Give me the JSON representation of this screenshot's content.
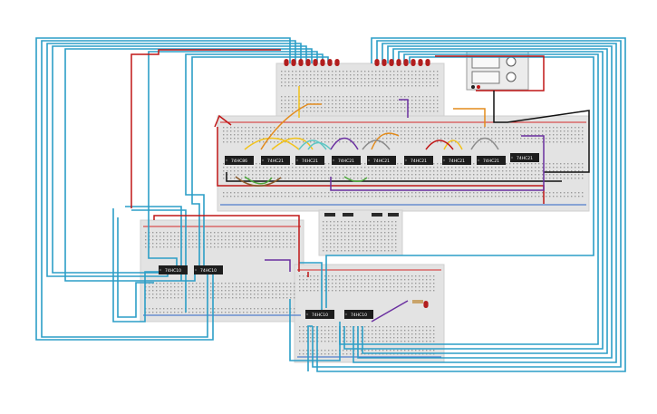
{
  "canvas": {
    "background": "#ffffff"
  },
  "colors": {
    "board": "#e3e3e3",
    "board_edge": "#cfcfcf",
    "hole": "#9a9a9a",
    "rail_red": "#d62828",
    "rail_blue": "#2b63c6",
    "chip": "#1d1d1d",
    "chip_text": "#ffffff",
    "led_red": "#b21e1e",
    "wire_blue": "#2c9ec7",
    "wire_red": "#c01717",
    "wire_black": "#111111",
    "wire_purple": "#6a2fa0",
    "wire_yellow": "#f2c21b",
    "wire_orange": "#e38b1c",
    "wire_green": "#4ea83c",
    "wire_grey": "#8c8c8c",
    "wire_teal": "#5fc6c4",
    "wire_brown": "#8b5a2b"
  },
  "chips": [
    {
      "id": "u1",
      "label": "74HC86"
    },
    {
      "id": "u2",
      "label": "74HC21"
    },
    {
      "id": "u3",
      "label": "74HC21"
    },
    {
      "id": "u4",
      "label": "74HC21"
    },
    {
      "id": "u5",
      "label": "74HC21"
    },
    {
      "id": "u6",
      "label": "74HC21"
    },
    {
      "id": "u7",
      "label": "74HC21"
    },
    {
      "id": "u8",
      "label": "74HC21"
    },
    {
      "id": "u9",
      "label": "74HC21"
    },
    {
      "id": "u10",
      "label": "74HC10"
    },
    {
      "id": "u11",
      "label": "74HC10"
    },
    {
      "id": "u12",
      "label": "74HC10"
    },
    {
      "id": "u13",
      "label": "74HC10"
    }
  ],
  "leds": {
    "count_left": 8,
    "count_right": 8,
    "count_single": 1
  },
  "power_supply": {
    "name": "dual-supply"
  }
}
